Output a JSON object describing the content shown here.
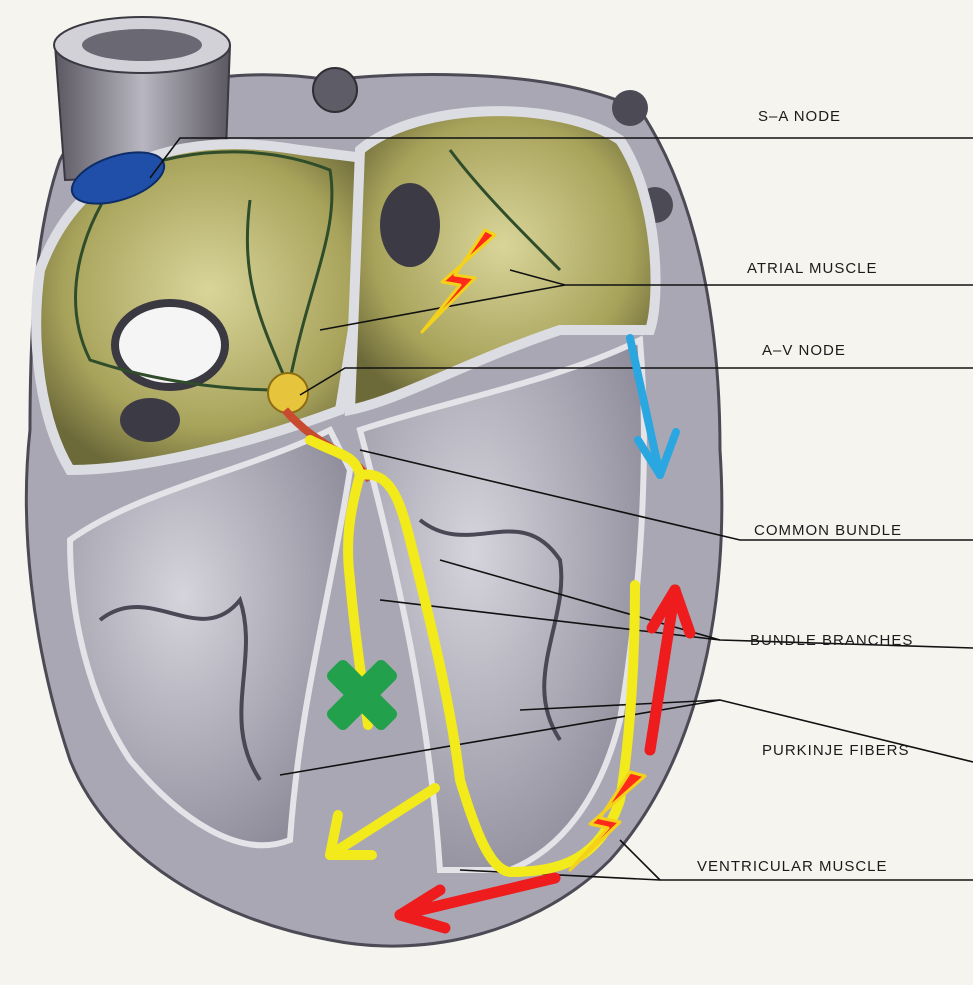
{
  "labels": {
    "sa_node": "S–A NODE",
    "atrial_muscle": "ATRIAL MUSCLE",
    "av_node": "A–V NODE",
    "common_bundle": "COMMON BUNDLE",
    "bundle_branches": "BUNDLE BRANCHES",
    "purkinje_fibers": "PURKINJE FIBERS",
    "ventricular_muscle": "VENTRICULAR MUSCLE"
  },
  "colors": {
    "sa_node": "#1f4fa8",
    "conduction_path": "#f2ea1a",
    "impulse_arrow_red": "#ee1c1c",
    "impulse_arrow_blue": "#2aa7e0",
    "block_marker": "#22a04b",
    "lightning": "#ff2a1a"
  }
}
